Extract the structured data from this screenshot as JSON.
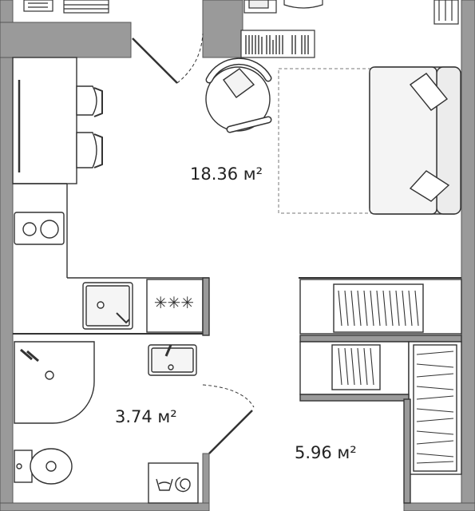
{
  "rooms": [
    {
      "id": "living",
      "area": "18.36 м²"
    },
    {
      "id": "bathroom",
      "area": "3.74 м²"
    },
    {
      "id": "closet",
      "area": "5.96 м²"
    }
  ],
  "colors": {
    "wall": "#9a9a9a",
    "wall_dark": "#8c8c8c",
    "line": "#333333",
    "furniture_fill": "#e9e9e9",
    "background": "#ffffff"
  },
  "icons": [
    "stove-burner-icon",
    "wash-symbol-icon",
    "spin-symbol-icon"
  ]
}
